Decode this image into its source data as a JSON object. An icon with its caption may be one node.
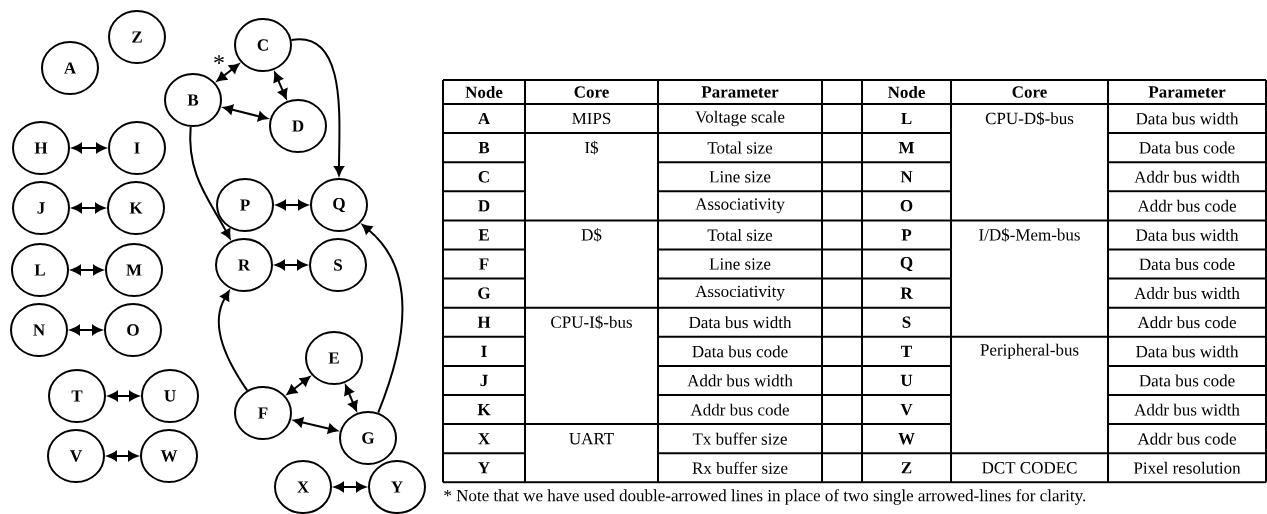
{
  "diagram": {
    "nodes": [
      {
        "text": [
          "Z"
        ]
      },
      {
        "text": [
          "A"
        ]
      },
      {
        "text": [
          "C"
        ]
      },
      {
        "text": [
          "B"
        ]
      },
      {
        "text": [
          "D"
        ]
      },
      {
        "text": [
          "H"
        ]
      },
      {
        "text": [
          "I"
        ]
      },
      {
        "text": [
          "J"
        ]
      },
      {
        "text": [
          "K"
        ]
      },
      {
        "text": [
          "P"
        ]
      },
      {
        "text": [
          "Q"
        ]
      },
      {
        "text": [
          "L"
        ]
      },
      {
        "text": [
          "M"
        ]
      },
      {
        "text": [
          "R"
        ]
      },
      {
        "text": [
          "S"
        ]
      },
      {
        "text": [
          "N"
        ]
      },
      {
        "text": [
          "O"
        ]
      },
      {
        "text": [
          "E"
        ]
      },
      {
        "text": [
          "T"
        ]
      },
      {
        "text": [
          "U"
        ]
      },
      {
        "text": [
          "F"
        ]
      },
      {
        "text": [
          "G"
        ]
      },
      {
        "text": [
          "V"
        ]
      },
      {
        "text": [
          "W"
        ]
      },
      {
        "text": [
          "X"
        ]
      },
      {
        "text": [
          "Y"
        ]
      }
    ],
    "edges": [
      {
        "from": 5,
        "to": 6,
        "arrow": "both"
      },
      {
        "from": 7,
        "to": 8,
        "arrow": "both"
      },
      {
        "from": 11,
        "to": 12,
        "arrow": "both"
      },
      {
        "from": 15,
        "to": 16,
        "arrow": "both"
      },
      {
        "from": 18,
        "to": 19,
        "arrow": "both"
      },
      {
        "from": 22,
        "to": 23,
        "arrow": "both"
      },
      {
        "from": 24,
        "to": 25,
        "arrow": "both"
      },
      {
        "from": 9,
        "to": 10,
        "arrow": "both"
      },
      {
        "from": 13,
        "to": 14,
        "arrow": "both"
      },
      {
        "from": 3,
        "to": 2,
        "arrow": "both",
        "label": "*"
      },
      {
        "from": 2,
        "to": 4,
        "arrow": "both"
      },
      {
        "from": 3,
        "to": 4,
        "arrow": "both"
      },
      {
        "from": 17,
        "to": 20,
        "arrow": "both"
      },
      {
        "from": 17,
        "to": 21,
        "arrow": "both"
      },
      {
        "from": 20,
        "to": 21,
        "arrow": "both"
      },
      {
        "from": 3,
        "to": 13,
        "arrow": "to"
      },
      {
        "from": 20,
        "to": 13,
        "arrow": "to"
      },
      {
        "from": 2,
        "to": 10,
        "arrow": "to"
      },
      {
        "from": 21,
        "to": 10,
        "arrow": "to"
      }
    ],
    "labels": [
      "Node",
      "Core",
      "Parameter",
      "Node",
      "Core",
      "Parameter",
      "A",
      "MIPS",
      "Voltage scale",
      "L",
      "CPU-D$-bus",
      "Data bus width",
      "B",
      "I$",
      "Total size",
      "M",
      "Data bus code",
      "C",
      "Line size",
      "N",
      "Addr bus width",
      "D",
      "Associativity",
      "O",
      "Addr bus code",
      "E",
      "D$",
      "Total size",
      "P",
      "I/D$-Mem-bus",
      "Data bus width",
      "F",
      "Line size",
      "Q",
      "Data bus code",
      "G",
      "Associativity",
      "R",
      "Addr bus width",
      "H",
      "CPU-I$-bus",
      "Data bus width",
      "S",
      "Addr bus code",
      "I",
      "Data bus code",
      "T",
      "Peripheral-bus",
      "Data bus width",
      "J",
      "Addr bus width",
      "U",
      "Data bus code",
      "K",
      "Addr bus code",
      "V",
      "Addr bus width",
      "X",
      "UART",
      "Tx buffer size",
      "W",
      "Addr bus code",
      "Y",
      "Rx buffer size",
      "Z",
      "DCT CODEC",
      "Pixel resolution",
      "* Note that we have used double-arrowed lines in place of two single arrowed-lines for clarity."
    ]
  }
}
